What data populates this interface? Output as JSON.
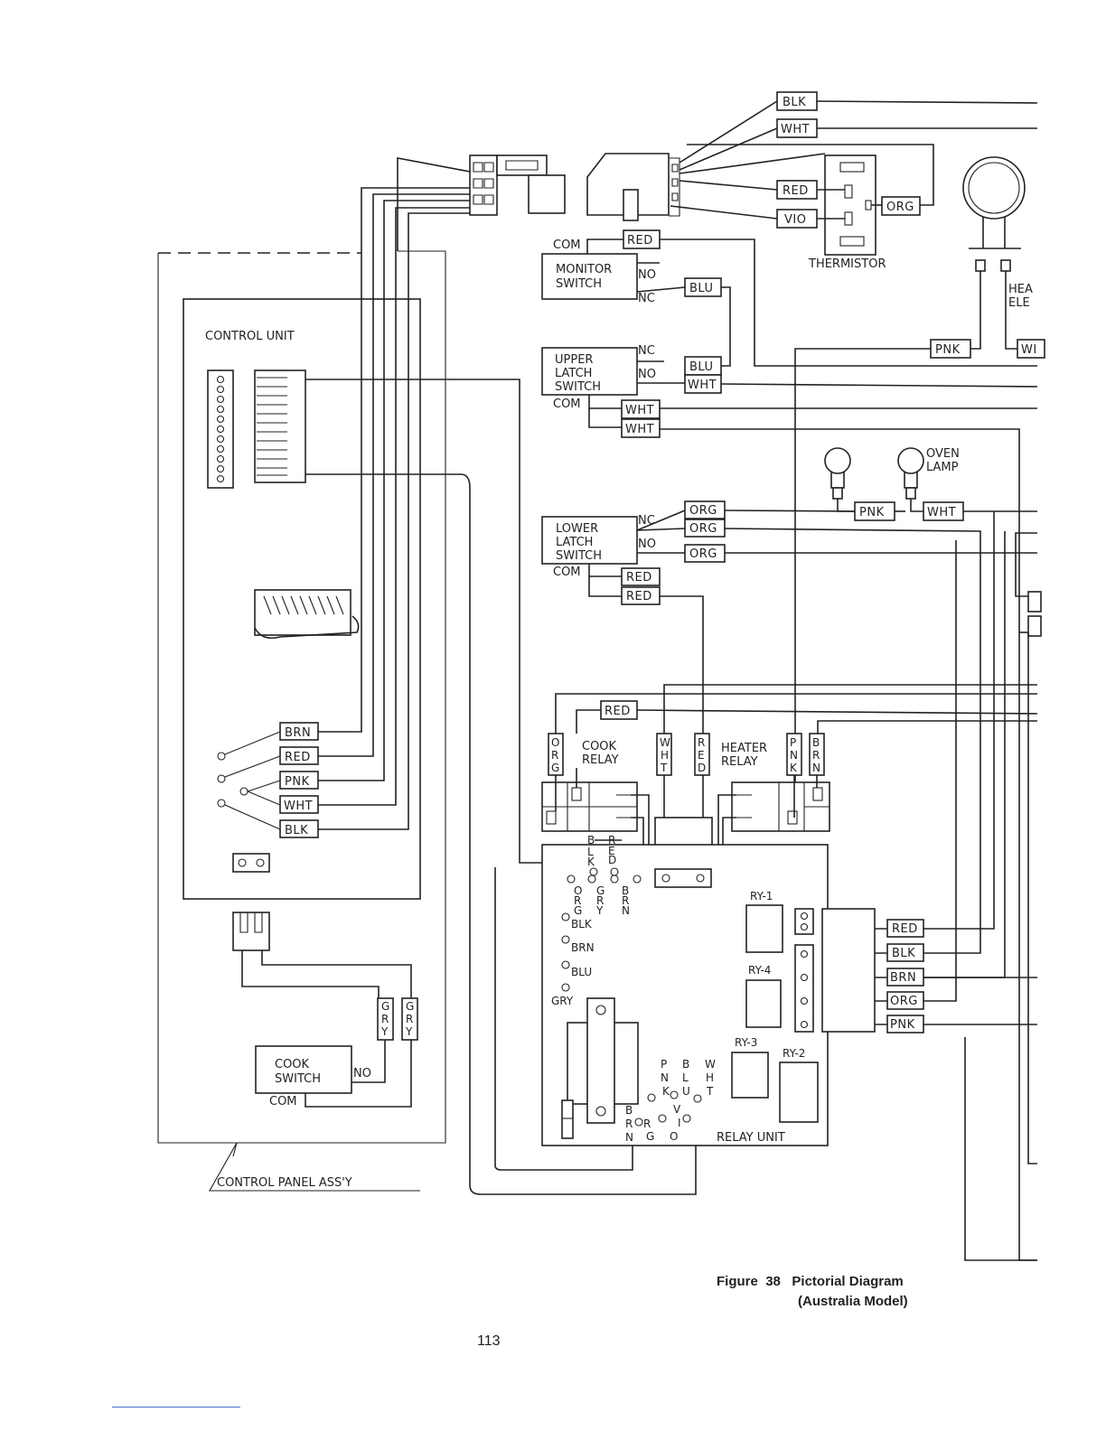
{
  "labels": {
    "control_unit": "CONTROL UNIT",
    "control_panel": "CONTROL PANEL ASS'Y",
    "monitor_switch_1": "MONITOR",
    "monitor_switch_2": "SWITCH",
    "upper_latch_1": "UPPER",
    "upper_latch_2": "LATCH",
    "upper_latch_3": "SWITCH",
    "lower_latch_1": "LOWER",
    "lower_latch_2": "LATCH",
    "lower_latch_3": "SWITCH",
    "cook_switch_1": "COOK",
    "cook_switch_2": "SWITCH",
    "cook_relay_1": "COOK",
    "cook_relay_2": "RELAY",
    "heater_relay_1": "HEATER",
    "heater_relay_2": "RELAY",
    "thermistor": "THERMISTOR",
    "heater_element_1": "HEA",
    "heater_element_2": "ELE",
    "oven_lamp_1": "OVEN",
    "oven_lamp_2": "LAMP",
    "relay_unit": "RELAY UNIT",
    "ry1": "RY-1",
    "ry2": "RY-2",
    "ry3": "RY-3",
    "ry4": "RY-4",
    "com": "COM",
    "no": "NO",
    "nc": "NC",
    "gry": "GRY"
  },
  "tags": {
    "blk": "BLK",
    "wht": "WHT",
    "red": "RED",
    "vio": "VIO",
    "org": "ORG",
    "blu": "BLU",
    "pnk": "PNK",
    "brn": "BRN",
    "wh_partial": "WI"
  },
  "caption": {
    "figure": "Figure",
    "number": "38",
    "title": "Pictorial Diagram",
    "subtitle": "(Australia Model)"
  },
  "page_number": "113"
}
